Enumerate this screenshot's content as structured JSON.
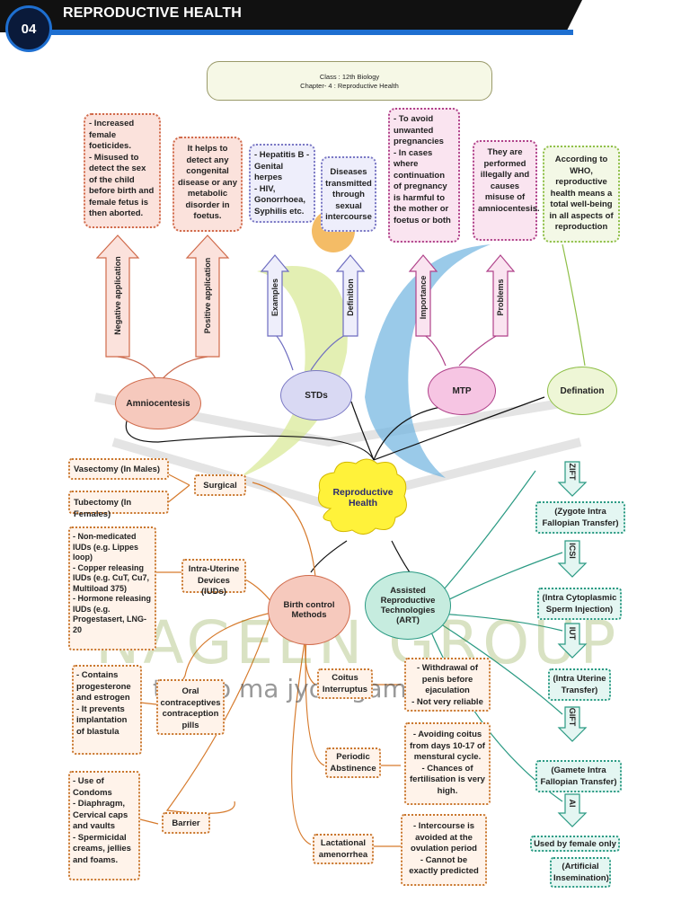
{
  "header": {
    "chapter_number": "04",
    "title": "REPRODUCTIVE HEALTH"
  },
  "info": {
    "line1": "Class : 12th Biology",
    "line2": "Chapter- 4 : Reproductive Health"
  },
  "watermark": {
    "brand": "NAGEEN GROUP",
    "motto": "tamso ma jyotirgamaya"
  },
  "center_node": "Reproductive Health",
  "amniocentesis": {
    "label": "Amniocentesis",
    "negative_label": "Negative application",
    "positive_label": "Positive application",
    "negative_text": "- Increased female foeticides.\n- Misused to detect the sex of the child before birth and female fetus is then aborted.",
    "positive_text": "It helps to detect any congenital disease or any metabolic disorder in foetus."
  },
  "stds": {
    "label": "STDs",
    "examples_label": "Examples",
    "definition_label": "Definition",
    "examples_text": "- Hepatitis B - Genital herpes\n- HIV, Gonorrhoea, Syphilis etc.",
    "definition_text": "Diseases transmitted through sexual intercourse"
  },
  "mtp": {
    "label": "MTP",
    "importance_label": "Importance",
    "problems_label": "Problems",
    "importance_text": "- To avoid unwanted pregnancies\n- In cases where continuation of pregnancy is harmful to the mother or foetus or both",
    "problems_text": "They are performed illegally and causes misuse of amniocentesis."
  },
  "definition": {
    "label": "Defination",
    "text": "According to WHO, reproductive health means a total well-being in all aspects of reproduction"
  },
  "birth_control": {
    "label": "Birth control Methods",
    "surgical": {
      "label": "Surgical",
      "items": [
        "Vasectomy (In Males)",
        "Tubectomy (In Females)"
      ]
    },
    "iud": {
      "label": "Intra-Uterine Devices (IUDs)",
      "text": "- Non-medicated IUDs (e.g. Lippes loop)\n- Copper releasing IUDs (e.g. CuT, Cu7, Multiload 375)\n- Hormone releasing IUDs (e.g. Progestasert, LNG-20"
    },
    "oral": {
      "label": "Oral contraceptives contraception pills",
      "text": "- Contains progesterone and estrogen\n- It prevents implantation of blastula"
    },
    "barrier": {
      "label": "Barrier",
      "text": "- Use of Condoms\n- Diaphragm, Cervical caps and vaults\n- Spermicidal creams, jellies and foams."
    },
    "coitus": {
      "label": "Coitus Interruptus",
      "text": "- Withdrawal of penis before ejaculation\n- Not very reliable"
    },
    "periodic": {
      "label": "Periodic Abstinence",
      "text": "- Avoiding coitus from days 10-17 of menstural cycle.\n- Chances of fertilisation is very high."
    },
    "lactational": {
      "label": "Lactational amenorrhea",
      "text": "- Intercourse is avoided at the ovulation period\n- Cannot be exactly predicted"
    }
  },
  "art": {
    "label": "Assisted Reproductive Technologies (ART)",
    "items": [
      {
        "abbr": "ZIFT",
        "full": "(Zygote Intra Fallopian Transfer)"
      },
      {
        "abbr": "ICSI",
        "full": "(Intra Cytoplasmic Sperm Injection)"
      },
      {
        "abbr": "IUT",
        "full": "(Intra Uterine Transfer)"
      },
      {
        "abbr": "GIFT",
        "full": "(Gamete Intra Fallopian Transfer)"
      },
      {
        "abbr": "AI",
        "full": "(Artificial Insemination)"
      }
    ],
    "ai_note": "Used by female only"
  },
  "colors": {
    "header_bg": "#111111",
    "accent_blue": "#1e6fd0",
    "cloud": "#fff23a"
  }
}
